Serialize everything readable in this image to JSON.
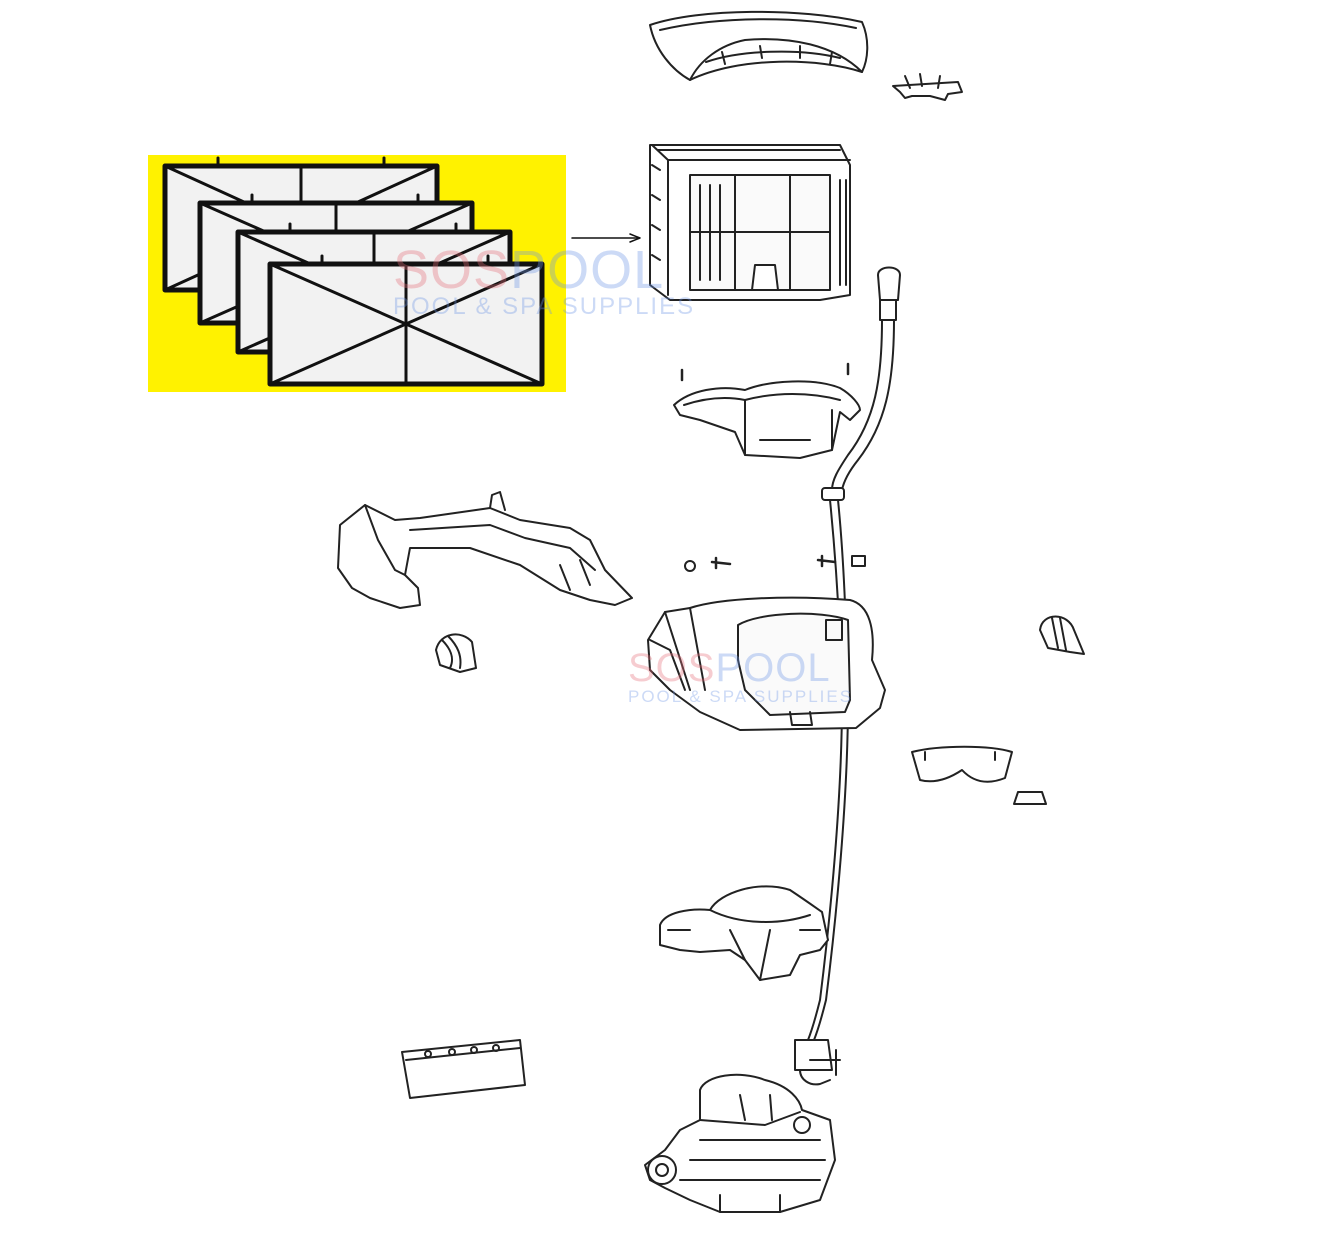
{
  "watermark": {
    "brand_part1": "SOS",
    "brand_part2": "POOL",
    "tagline": "POOL & SPA SUPPLIES"
  },
  "colors": {
    "highlight": "#fff200",
    "line": "#222222",
    "filter_mesh": "#f2f2f2",
    "watermark_red": "#e66e78",
    "watermark_blue": "#6e96e6"
  },
  "highlighted_part": "filter panels (4 pcs)"
}
